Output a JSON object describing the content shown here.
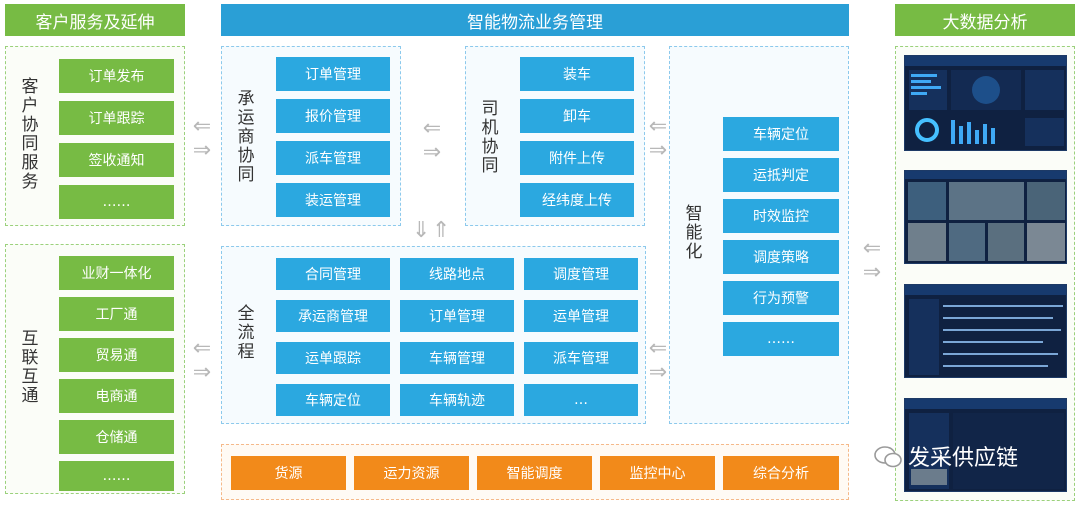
{
  "left": {
    "title": "客户服务及延伸",
    "customer": {
      "label": "客户协同服务",
      "items": [
        "订单发布",
        "订单跟踪",
        "签收通知",
        "……"
      ]
    },
    "interconnect": {
      "label": "互联互通",
      "items": [
        "业财一体化",
        "工厂通",
        "贸易通",
        "电商通",
        "仓储通",
        "……"
      ]
    }
  },
  "center": {
    "title": "智能物流业务管理",
    "carrier": {
      "label": "承运商协同",
      "items": [
        "订单管理",
        "报价管理",
        "派车管理",
        "装运管理"
      ]
    },
    "driver": {
      "label": "司机协同",
      "items": [
        "装车",
        "卸车",
        "附件上传",
        "经纬度上传"
      ]
    },
    "intelligent": {
      "label": "智能化",
      "items": [
        "车辆定位",
        "运抵判定",
        "时效监控",
        "调度策略",
        "行为预警",
        "……"
      ]
    },
    "process": {
      "label": "全流程",
      "items": [
        "合同管理",
        "线路地点",
        "调度管理",
        "承运商管理",
        "订单管理",
        "运单管理",
        "运单跟踪",
        "车辆管理",
        "派车管理",
        "车辆定位",
        "车辆轨迹",
        "…"
      ]
    },
    "bottom": [
      "货源",
      "运力资源",
      "智能调度",
      "监控中心",
      "综合分析"
    ]
  },
  "right": {
    "title": "大数据分析"
  },
  "watermark": {
    "text": "发采供应链"
  },
  "colors": {
    "green": "#77bb44",
    "blue": "#2ba8e0",
    "header_blue": "#2a9fd6",
    "orange": "#f28a1a"
  }
}
